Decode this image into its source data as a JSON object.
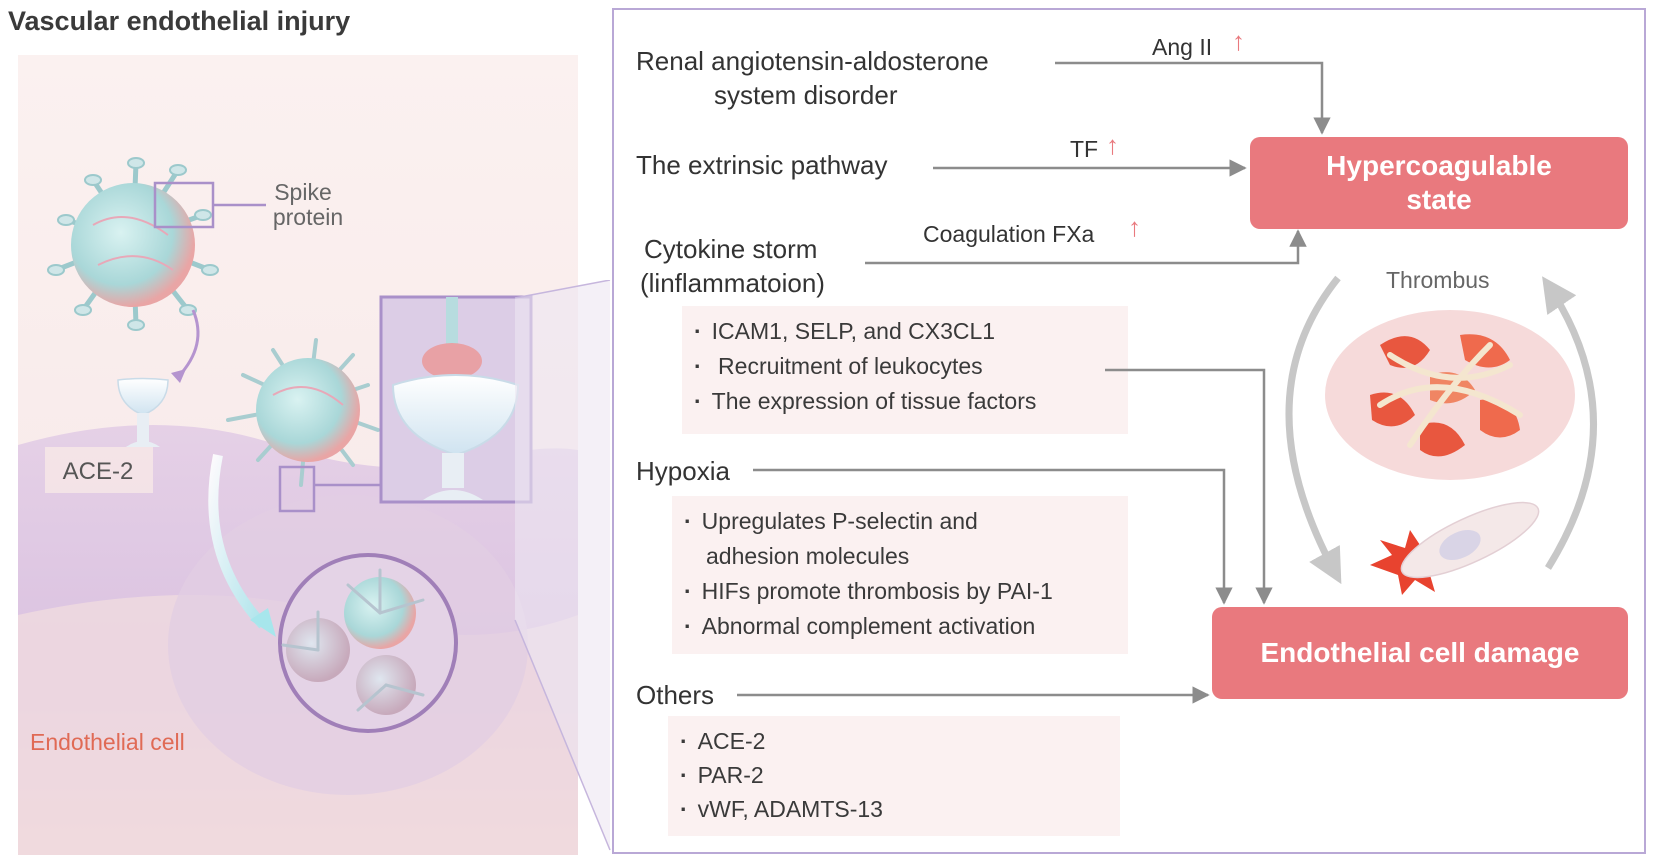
{
  "title": "Vascular endothelial injury",
  "illustration": {
    "spike_label_line1": "Spike",
    "spike_label_line2": "protein",
    "ace2_label": "ACE-2",
    "cell_label": "Endothelial cell"
  },
  "inputs": {
    "raas_line1": "Renal angiotensin-aldosterone",
    "raas_line2": "system disorder",
    "extrinsic": "The extrinsic pathway",
    "cytokine_line1": "Cytokine storm",
    "cytokine_line2": "(linflammatoion)",
    "hypoxia": "Hypoxia",
    "others": "Others"
  },
  "arrow_labels": {
    "ang": "Ang II",
    "tf": "TF",
    "fxa": "Coagulation FXa"
  },
  "cytokine_details": [
    "ICAM1, SELP, and CX3CL1",
    " Recruitment of leukocytes",
    "The expression of tissue factors"
  ],
  "hypoxia_details": [
    "Upregulates P-selectin and",
    "adhesion molecules",
    "HIFs promote thrombosis by PAI-1",
    "Abnormal complement activation"
  ],
  "others_details": [
    "ACE-2",
    "PAR-2",
    "vWF, ADAMTS-13"
  ],
  "outcomes": {
    "hyper_line1": "Hypercoagulable",
    "hyper_line2": "state",
    "damage": "Endothelial cell damage",
    "thrombus": "Thrombus"
  },
  "colors": {
    "accent_red": "#e9797e",
    "frame_purple": "#b9a8d6",
    "arrow_gray": "#8c8c8c"
  }
}
